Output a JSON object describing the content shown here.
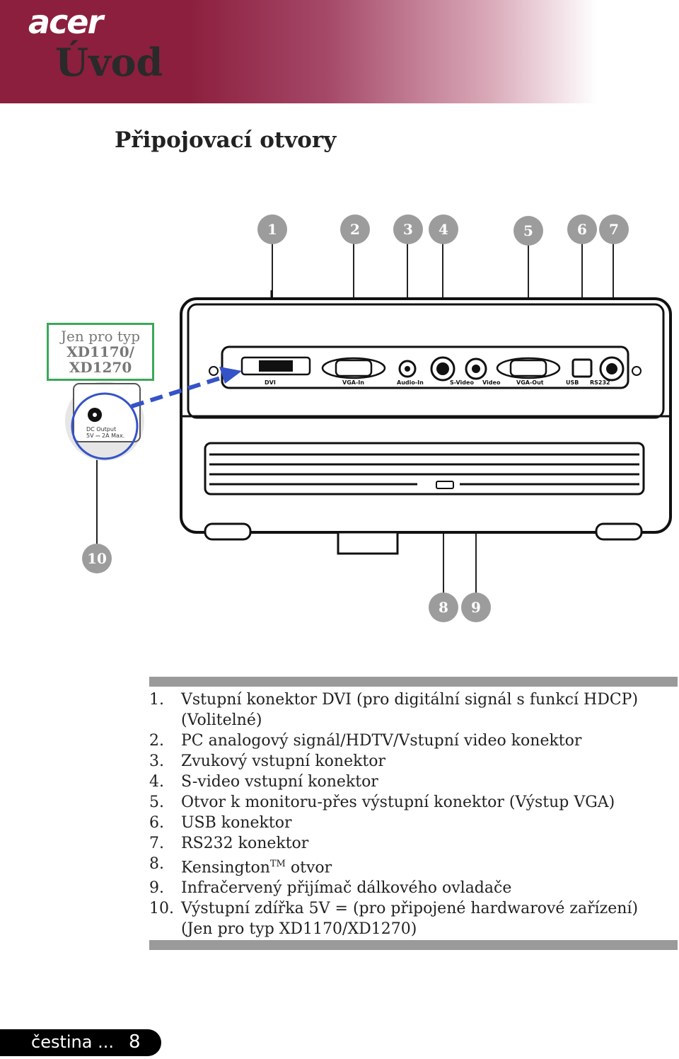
{
  "header": {
    "logo": "acer",
    "chapter_title": "Úvod"
  },
  "section_title": "Připojovací otvory",
  "diagram": {
    "callouts": [
      "1",
      "2",
      "3",
      "4",
      "5",
      "6",
      "7",
      "8",
      "9",
      "10"
    ],
    "note": {
      "line1": "Jen pro typ",
      "line2": "XD1170/",
      "line3": "XD1270"
    },
    "dc_label_1": "DC Output",
    "dc_label_2": "5V ⎓ 2A Max.",
    "port_labels": [
      "DVI",
      "VGA-In",
      "Audio-In",
      "S-Video",
      "Video",
      "VGA-Out",
      "USB",
      "RS232"
    ]
  },
  "list": [
    {
      "num": "1.",
      "text": "Vstupní konektor DVI (pro digitální signál s funkcí HDCP) (Volitelné)"
    },
    {
      "num": "2.",
      "text": "PC analogový signál/HDTV/Vstupní video konektor"
    },
    {
      "num": "3.",
      "text": "Zvukový vstupní konektor"
    },
    {
      "num": "4.",
      "text": "S-video vstupní konektor"
    },
    {
      "num": "5.",
      "text": "Otvor k monitoru-přes výstupní konektor (Výstup VGA)"
    },
    {
      "num": "6.",
      "text": "USB konektor"
    },
    {
      "num": "7.",
      "text": "RS232 konektor"
    },
    {
      "num": "8.",
      "text_pre": "Kensington",
      "sup": "TM",
      "text_post": " otvor"
    },
    {
      "num": "9.",
      "text": "Infračervený přijímač dálkového ovladače"
    },
    {
      "num": "10.",
      "text": "Výstupní zdířka 5V = (pro připojené hardwarové zařízení) (Jen pro typ XD1170/XD1270)"
    }
  ],
  "footer": {
    "language": "čestina ...",
    "page": "8"
  }
}
